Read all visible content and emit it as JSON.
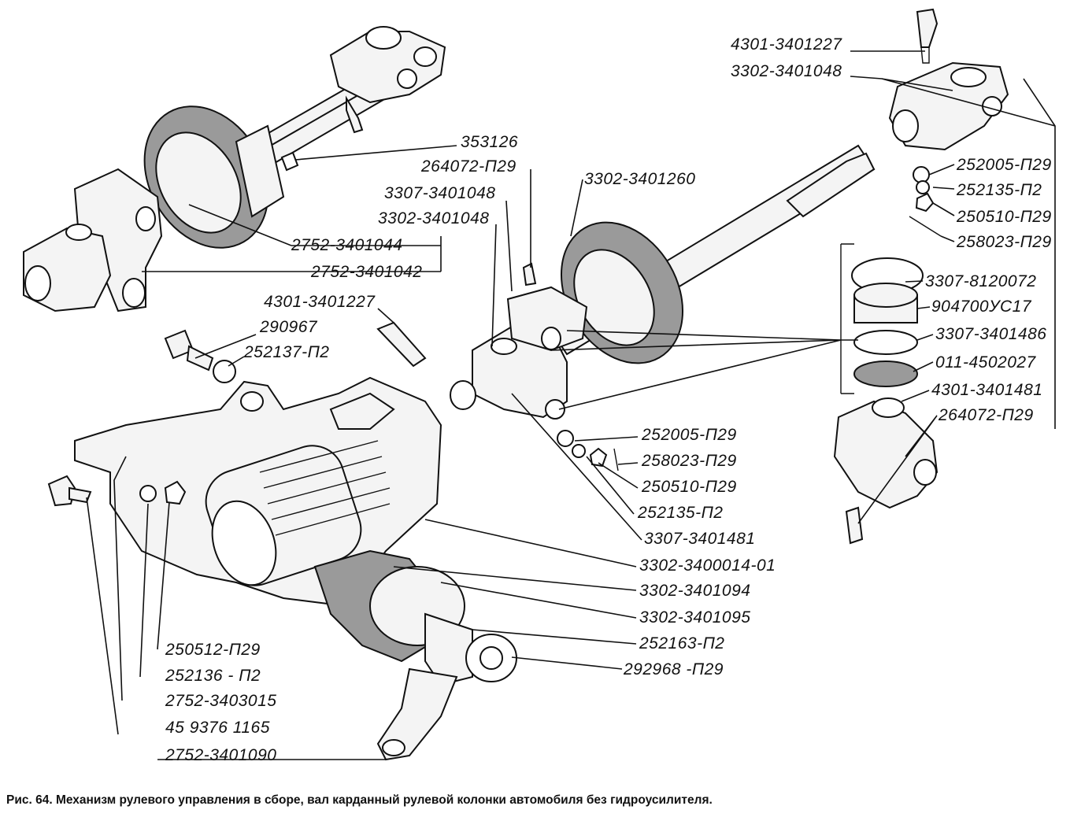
{
  "caption": "Рис. 64. Механизм рулевого управления в сборе, вал карданный рулевой колонки автомобиля без гидроусилителя.",
  "labels": [
    {
      "id": "l1",
      "text": "4301-3401227"
    },
    {
      "id": "l2",
      "text": "3302-3401048"
    },
    {
      "id": "l3",
      "text": "353126"
    },
    {
      "id": "l4",
      "text": "264072-П29"
    },
    {
      "id": "l5",
      "text": "3302-3401260"
    },
    {
      "id": "l6",
      "text": "3307-3401048"
    },
    {
      "id": "l7",
      "text": "3302-3401048"
    },
    {
      "id": "l8",
      "text": "252005-П29"
    },
    {
      "id": "l9",
      "text": "252135-П2"
    },
    {
      "id": "l10",
      "text": "250510-П29"
    },
    {
      "id": "l11",
      "text": "258023-П29"
    },
    {
      "id": "l12",
      "text": "2752-3401044"
    },
    {
      "id": "l13",
      "text": "2752-3401042"
    },
    {
      "id": "l14",
      "text": "3307-8120072"
    },
    {
      "id": "l15",
      "text": "4301-3401227"
    },
    {
      "id": "l16",
      "text": "904700УС17"
    },
    {
      "id": "l17",
      "text": "290967"
    },
    {
      "id": "l18",
      "text": "3307-3401486"
    },
    {
      "id": "l19",
      "text": "252137-П2"
    },
    {
      "id": "l20",
      "text": "011-4502027"
    },
    {
      "id": "l21",
      "text": "4301-3401481"
    },
    {
      "id": "l22",
      "text": "264072-П29"
    },
    {
      "id": "l23",
      "text": "252005-П29"
    },
    {
      "id": "l24",
      "text": "258023-П29"
    },
    {
      "id": "l25",
      "text": "250510-П29"
    },
    {
      "id": "l26",
      "text": "252135-П2"
    },
    {
      "id": "l27",
      "text": "3307-3401481"
    },
    {
      "id": "l28",
      "text": "3302-3400014-01"
    },
    {
      "id": "l29",
      "text": "3302-3401094"
    },
    {
      "id": "l30",
      "text": "3302-3401095"
    },
    {
      "id": "l31",
      "text": "250512-П29"
    },
    {
      "id": "l32",
      "text": "252163-П2"
    },
    {
      "id": "l33",
      "text": "252136 - П2"
    },
    {
      "id": "l34",
      "text": "292968 -П29"
    },
    {
      "id": "l35",
      "text": "2752-3403015"
    },
    {
      "id": "l36",
      "text": "45 9376 1165"
    },
    {
      "id": "l37",
      "text": "2752-3401090"
    }
  ]
}
